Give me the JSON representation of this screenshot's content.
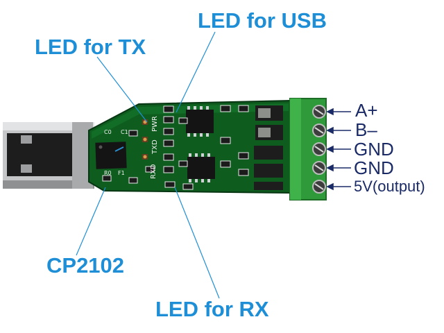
{
  "colors": {
    "callout_text": "#1e8fd6",
    "pin_text": "#1a2a66",
    "leader_line": "#1e8fd6",
    "pcb_green": "#0e5d1f",
    "terminal_green": "#2f9a3a",
    "usb_metal": "#b7b9bb"
  },
  "callouts": {
    "led_usb": "LED for USB",
    "led_tx": "LED for TX",
    "cp2102": "CP2102",
    "led_rx": "LED for RX"
  },
  "pins": {
    "a_plus": "A+",
    "b_minus": "B–",
    "gnd_1": "GND",
    "gnd_2": "GND",
    "five_v": "5V(output)"
  },
  "silkscreen": {
    "pwr": "PWR",
    "txd": "TXD",
    "rxd": "RXD",
    "c0": "C0",
    "c1": "C1",
    "r0": "R0",
    "f1": "F1"
  }
}
